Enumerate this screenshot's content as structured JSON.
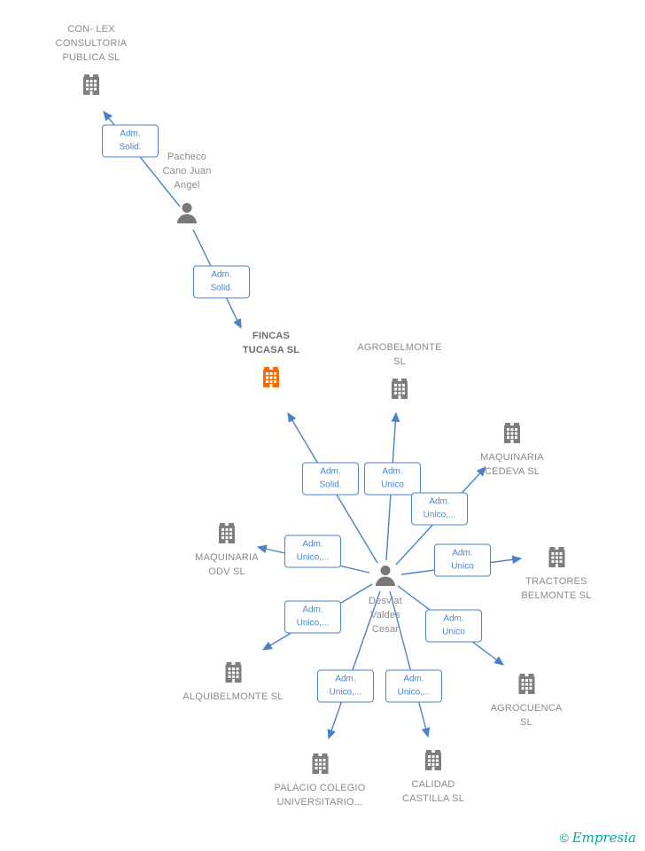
{
  "colors": {
    "accent_blue": "#4a82c8",
    "node_gray": "#7e7e7e",
    "label_gray": "#8b8b8b",
    "highlight_orange": "#ff6a00",
    "brand_teal": "#00a79d"
  },
  "nodes": {
    "conlex": {
      "type": "company",
      "label": "CON- LEX CONSULTORIA PUBLICA SL"
    },
    "pacheco": {
      "type": "person",
      "label": "Pacheco Cano Juan Angel"
    },
    "fincas_tucasa": {
      "type": "company",
      "highlighted": true,
      "label": "FINCAS TUCASA SL"
    },
    "agrobelmonte": {
      "type": "company",
      "label": "AGROBELMONTE SL"
    },
    "maquinaria_cedeva": {
      "type": "company",
      "label": "MAQUINARIA CEDEVA SL"
    },
    "maquinaria_odv": {
      "type": "company",
      "label": "MAQUINARIA ODV SL"
    },
    "tractores_belmonte": {
      "type": "company",
      "label": "TRACTORES BELMONTE SL"
    },
    "desviat": {
      "type": "person",
      "label": "Desviat Valdes Cesar"
    },
    "alquibelmonte": {
      "type": "company",
      "label": "ALQUIBELMONTE SL"
    },
    "agrocuenca": {
      "type": "company",
      "label": "AGROCUENCA SL"
    },
    "palacio_colegio": {
      "type": "company",
      "label": "PALACIO COLEGIO UNIVERSITARIO..."
    },
    "calidad_castilla": {
      "type": "company",
      "label": "CALIDAD CASTILLA SL"
    }
  },
  "edge_labels": {
    "adm_solid": "Adm. Solid.",
    "adm_unico": "Adm. Unico",
    "adm_unico_more": "Adm. Unico,..."
  },
  "footer": {
    "copyright": "©",
    "brand": "Empresia"
  }
}
